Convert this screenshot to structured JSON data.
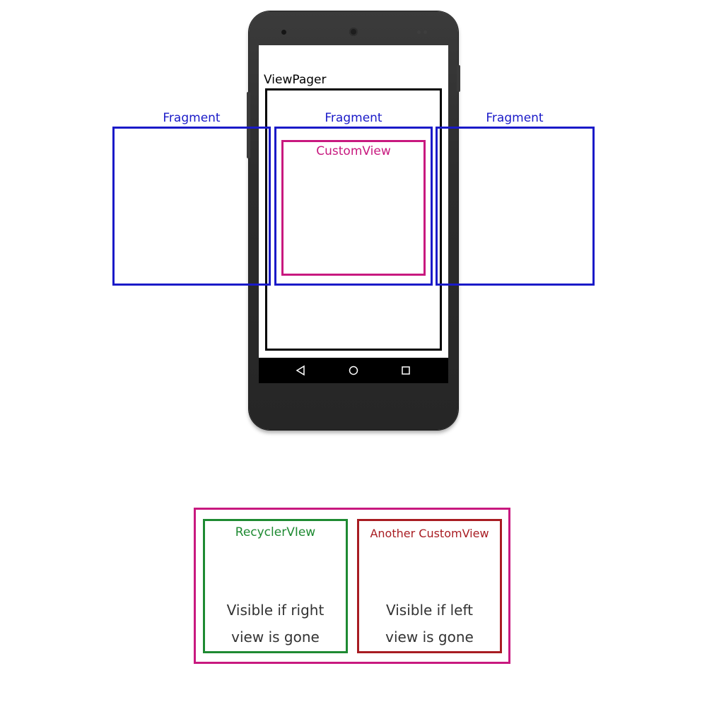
{
  "diagram": {
    "viewpager_label": "ViewPager",
    "fragments": [
      {
        "label": "Fragment"
      },
      {
        "label": "Fragment"
      },
      {
        "label": "Fragment"
      }
    ],
    "customview_label": "CustomView",
    "bottom": {
      "recycler": {
        "title": "RecyclerVIew",
        "line1": "Visible if right",
        "line2": "view is gone"
      },
      "another": {
        "title": "Another CustomView",
        "line1": "Visible if left",
        "line2": "view is gone"
      }
    },
    "colors": {
      "viewpager": "#000000",
      "fragment": "#1a1ac8",
      "customview": "#c8197f",
      "recycler": "#1e8a32",
      "another": "#a81c22",
      "body_text": "#333333"
    }
  }
}
